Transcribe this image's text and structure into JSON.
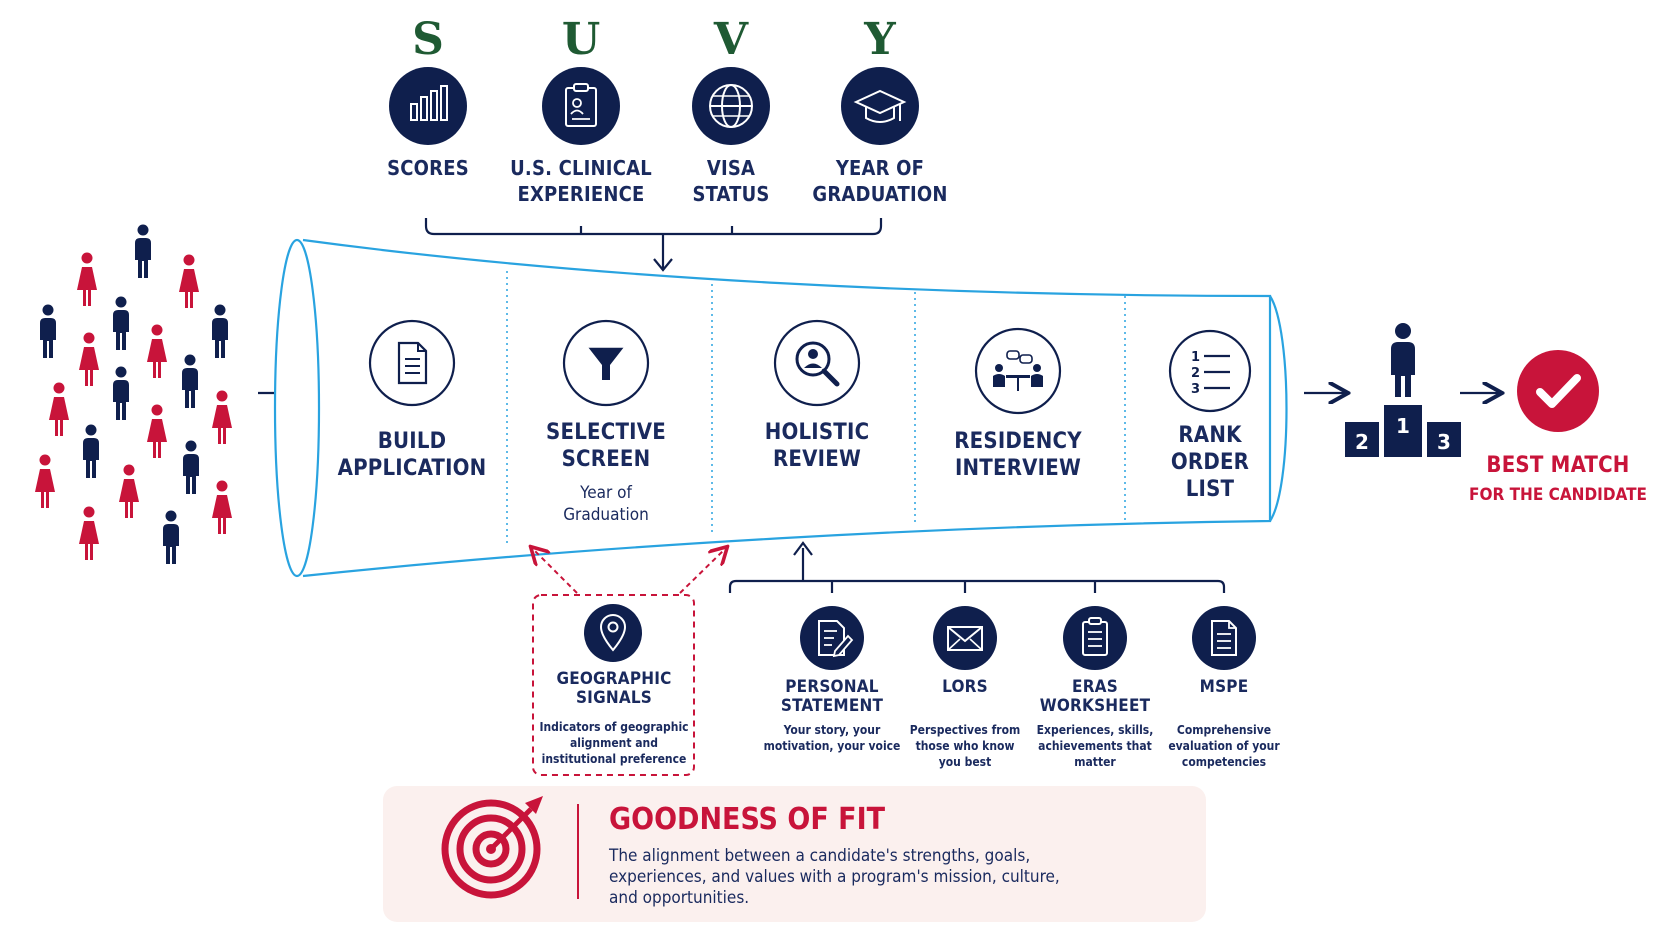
{
  "criteria": {
    "letters": [
      "S",
      "U",
      "V",
      "Y"
    ],
    "items": [
      {
        "icon": "bar-chart-icon",
        "lines": [
          "SCORES"
        ]
      },
      {
        "icon": "clipboard-icon",
        "lines": [
          "U.S. CLINICAL",
          "EXPERIENCE"
        ]
      },
      {
        "icon": "globe-icon",
        "lines": [
          "VISA",
          "STATUS"
        ]
      },
      {
        "icon": "graduation-cap-icon",
        "lines": [
          "YEAR OF",
          "GRADUATION"
        ]
      }
    ]
  },
  "funnel": {
    "stages": [
      {
        "icon": "document-icon",
        "lines": [
          "BUILD",
          "APPLICATION"
        ]
      },
      {
        "icon": "filter-icon",
        "lines": [
          "SELECTIVE",
          "SCREEN"
        ],
        "sub": [
          "Year of",
          "Graduation"
        ]
      },
      {
        "icon": "magnifier-person-icon",
        "lines": [
          "HOLISTIC",
          "REVIEW"
        ]
      },
      {
        "icon": "interview-icon",
        "lines": [
          "RESIDENCY",
          "INTERVIEW"
        ]
      },
      {
        "icon": "ranked-list-icon",
        "lines": [
          "RANK",
          "ORDER",
          "LIST"
        ]
      }
    ]
  },
  "podium": {
    "places": [
      "2",
      "1",
      "3"
    ]
  },
  "best_match": {
    "title": "BEST MATCH",
    "subtitle": "FOR THE CANDIDATE"
  },
  "geographic": {
    "icon": "location-pin-icon",
    "lines": [
      "GEOGRAPHIC",
      "SIGNALS"
    ],
    "desc": [
      "Indicators of geographic",
      "alignment and",
      "institutional preference"
    ]
  },
  "documents": [
    {
      "icon": "pen-document-icon",
      "lines": [
        "PERSONAL",
        "STATEMENT"
      ],
      "desc": [
        "Your story, your",
        "motivation, your voice"
      ]
    },
    {
      "icon": "envelope-icon",
      "lines": [
        "LORS"
      ],
      "desc": [
        "Perspectives from",
        "those who know",
        "you best"
      ]
    },
    {
      "icon": "clipboard-list-icon",
      "lines": [
        "ERAS",
        "WORKSHEET"
      ],
      "desc": [
        "Experiences, skills,",
        "achievements that",
        "matter"
      ]
    },
    {
      "icon": "file-text-icon",
      "lines": [
        "MSPE"
      ],
      "desc": [
        "Comprehensive",
        "evaluation of your",
        "competencies"
      ]
    }
  ],
  "goodness": {
    "title": "GOODNESS OF FIT",
    "text": "The alignment between a candidate's strengths, goals, experiences, and values with a program's mission, culture, and opportunities."
  },
  "colors": {
    "navy": "#0f1f4d",
    "red": "#c8143a",
    "funnel": "#29a3e0",
    "green": "#1f5a33"
  }
}
